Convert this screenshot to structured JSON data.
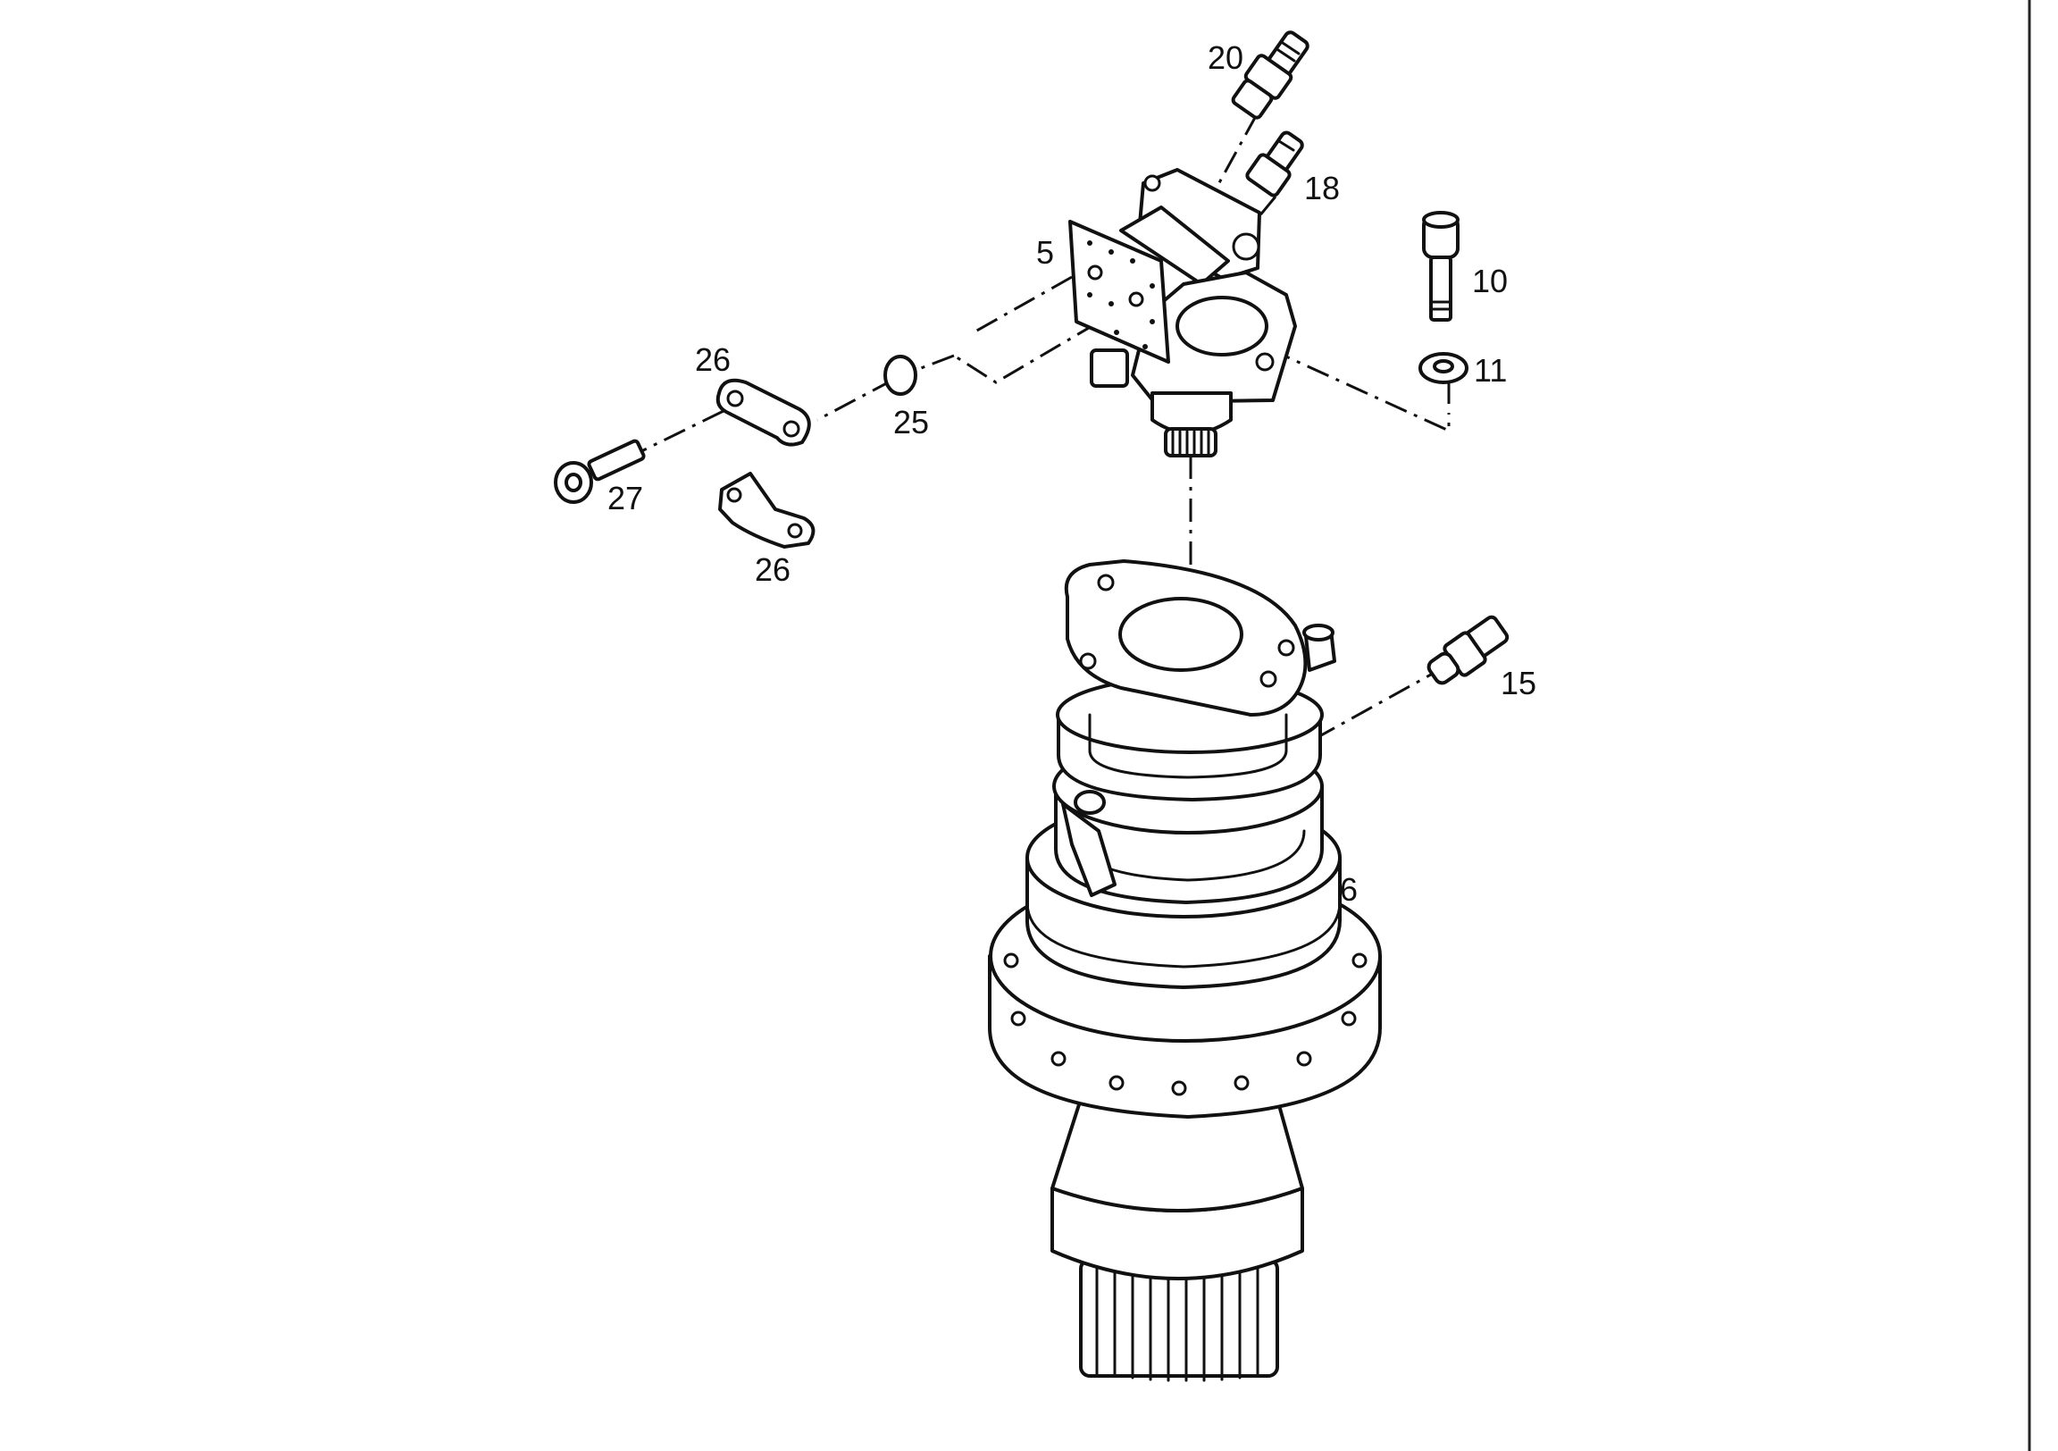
{
  "callouts": {
    "part_5": "5",
    "part_6": "6",
    "part_10": "10",
    "part_11": "11",
    "part_15": "15",
    "part_18": "18",
    "part_20": "20",
    "part_25": "25",
    "part_26_upper": "26",
    "part_26_lower": "26",
    "part_27": "27"
  },
  "colors": {
    "line": "#111111",
    "background": "#ffffff"
  }
}
